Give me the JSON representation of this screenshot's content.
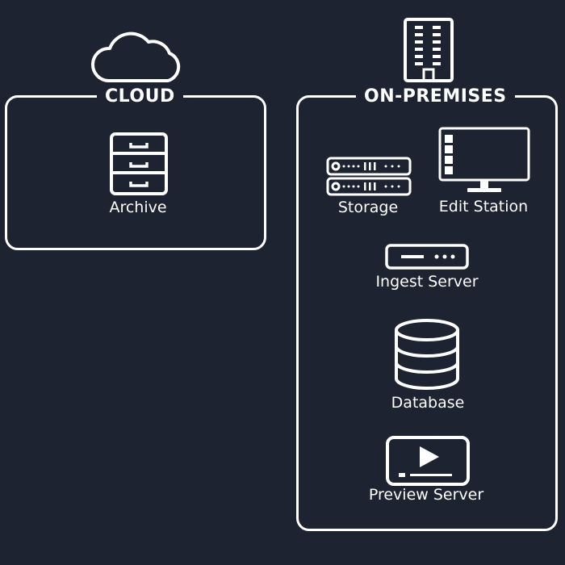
{
  "diagram": {
    "regions": {
      "cloud": {
        "title": "CLOUD",
        "icon": "cloud-icon"
      },
      "on_premises": {
        "title": "ON-PREMISES",
        "icon": "building-icon"
      }
    },
    "nodes": {
      "archive": {
        "label": "Archive",
        "icon": "file-cabinet-icon"
      },
      "storage": {
        "label": "Storage",
        "icon": "storage-rack-icon"
      },
      "edit_station": {
        "label": "Edit Station",
        "icon": "monitor-icon"
      },
      "ingest_server": {
        "label": "Ingest Server",
        "icon": "server-icon"
      },
      "database": {
        "label": "Database",
        "icon": "database-icon"
      },
      "preview_server": {
        "label": "Preview Server",
        "icon": "play-screen-icon"
      }
    },
    "colors": {
      "background": "#1d2330",
      "foreground": "#ffffff"
    }
  }
}
